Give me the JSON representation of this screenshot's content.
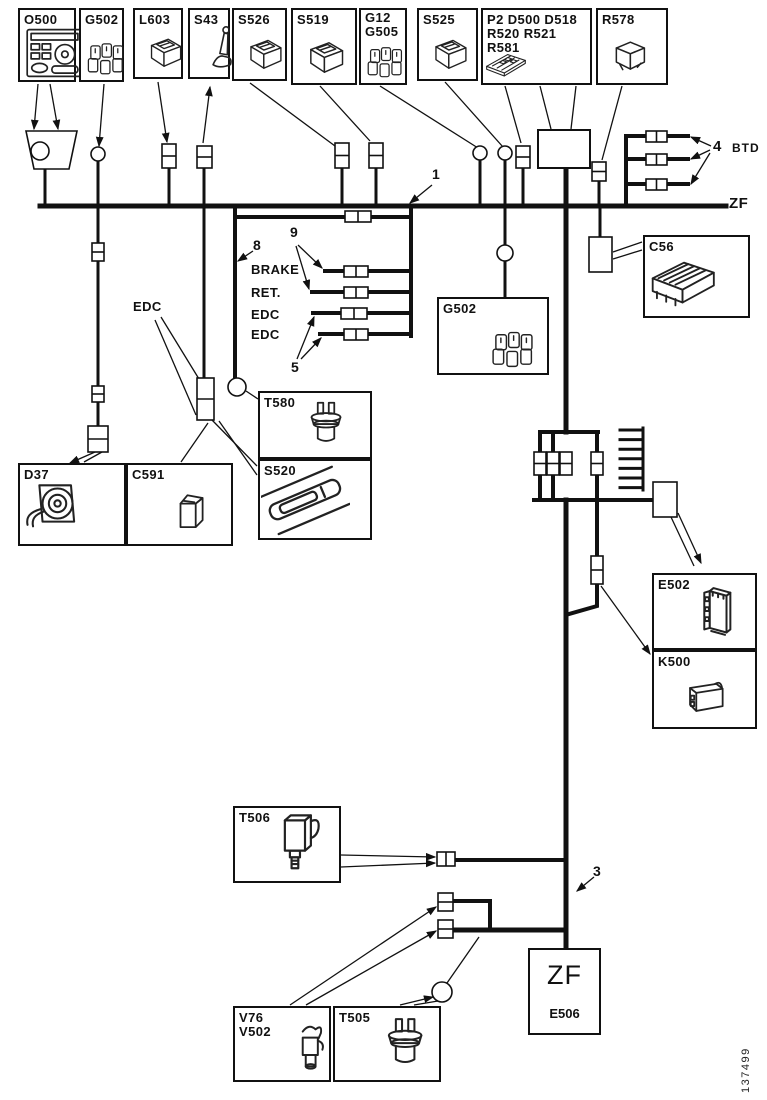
{
  "figure": {
    "number": "137499"
  },
  "bus": {
    "right_label": "ZF"
  },
  "component_boxes": {
    "o500": {
      "label": "O500"
    },
    "g502_top": {
      "label": "G502"
    },
    "l603": {
      "label": "L603"
    },
    "s43": {
      "label": "S43"
    },
    "s526": {
      "label": "S526"
    },
    "s519": {
      "label": "S519"
    },
    "g12_g505": {
      "line1": "G12",
      "line2": "G505"
    },
    "s525": {
      "label": "S525"
    },
    "p2_panel": {
      "line1": "P2 D500 D518",
      "line2": "R520 R521",
      "line3": "R581"
    },
    "r578": {
      "label": "R578"
    },
    "c56": {
      "label": "C56"
    },
    "g502_mid": {
      "label": "G502"
    },
    "d37": {
      "label": "D37"
    },
    "c591": {
      "label": "C591"
    },
    "t580": {
      "label": "T580"
    },
    "s520": {
      "label": "S520"
    },
    "e502": {
      "label": "E502"
    },
    "k500": {
      "label": "K500"
    },
    "t506": {
      "label": "T506"
    },
    "v76_v502": {
      "line1": "V76",
      "line2": "V502"
    },
    "t505": {
      "label": "T505"
    },
    "zf_e506": {
      "line1": "ZF",
      "line2": "E506"
    }
  },
  "annotations": {
    "callout_1": "1",
    "callout_3": "3",
    "callout_4": "4",
    "callout_5": "5",
    "callout_8": "8",
    "callout_9": "9",
    "btd": "BTD",
    "edc_left": "EDC",
    "wire_labels": {
      "brake": "BRAKE",
      "ret": "RET.",
      "edc_a": "EDC",
      "edc_b": "EDC"
    }
  },
  "colors": {
    "ink": "#111111",
    "paper": "#ffffff"
  }
}
